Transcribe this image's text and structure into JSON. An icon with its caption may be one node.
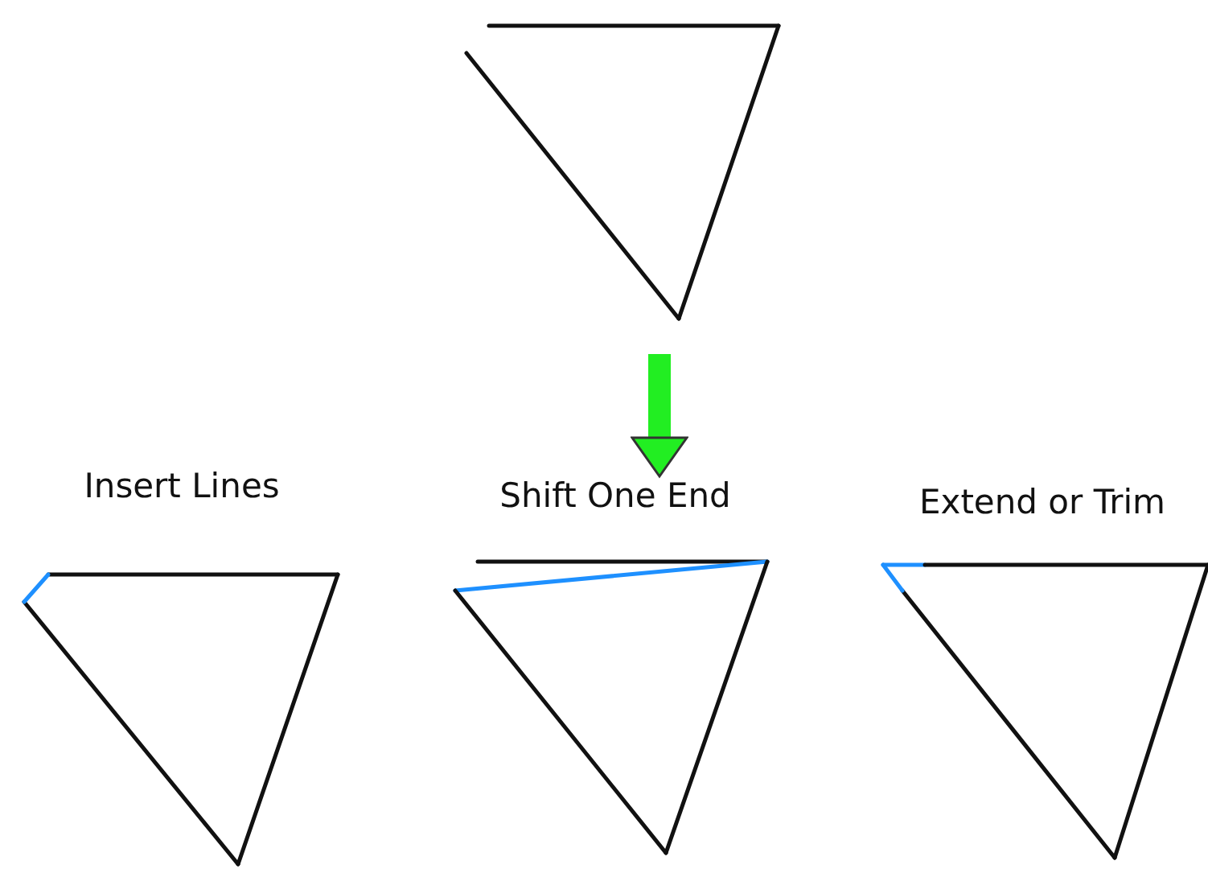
{
  "diagram": {
    "nodes": [
      {
        "text": [],
        "shape": "picture"
      },
      {
        "text": [
          "Insert Lines"
        ]
      },
      {
        "text": [
          "Shift One End"
        ]
      },
      {
        "text": [
          "Extend or Trim"
        ]
      }
    ],
    "edges": [
      {
        "from": 0,
        "to": 2,
        "arrow": "to"
      }
    ]
  }
}
